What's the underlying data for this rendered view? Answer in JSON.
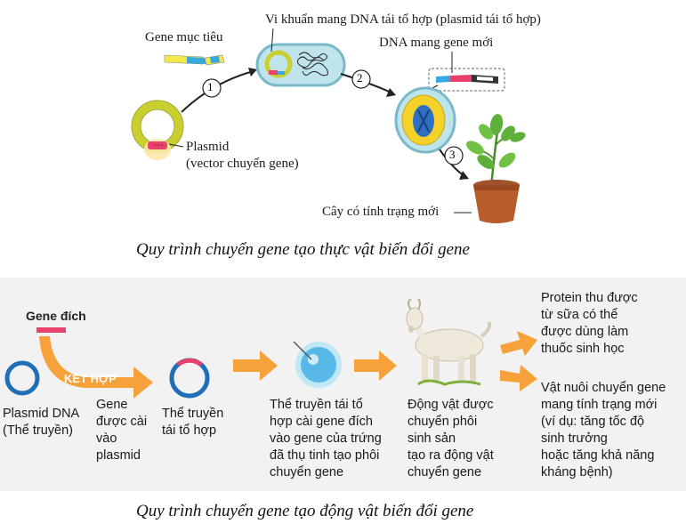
{
  "top": {
    "gene_label": "Gene mục tiêu",
    "bacteria_label": "Vi khuẩn mang DNA tái tổ hợp (plasmid tái tổ hợp)",
    "new_dna_label": "DNA mang gene mới",
    "plasmid_label": "Plasmid",
    "plasmid_sub": "(vector chuyển gene)",
    "plant_label": "Cây có tính trạng mới",
    "steps": [
      "1",
      "2",
      "3"
    ],
    "caption": "Quy trình chuyển gene tạo thực vật biến đổi gene"
  },
  "bottom": {
    "gene_target": "Gene đích",
    "combine": "KẾT HỢP",
    "plasmid_line1": "Plasmid DNA",
    "plasmid_line2": "(Thể truyền)",
    "insert_line1": "Gene",
    "insert_line2": "được cài",
    "insert_line3": "vào",
    "insert_line4": "plasmid",
    "recomb_line1": "Thể truyền",
    "recomb_line2": "tái tổ hợp",
    "egg_line1": "Thể truyền tái tổ",
    "egg_line2": "hợp cài gene đích",
    "egg_line3": "vào gene của trứng",
    "egg_line4": "đã thụ tinh tạo phôi",
    "egg_line5": "chuyển gene",
    "animal_line1": "Động vật được",
    "animal_line2": "chuyển phôi",
    "animal_line3": "sinh sản",
    "animal_line4": "tạo ra động vật",
    "animal_line5": "chuyển gene",
    "protein_line1": "Protein thu được",
    "protein_line2": "từ sữa có thể",
    "protein_line3": "được dùng làm",
    "protein_line4": "thuốc sinh học",
    "trait_line1": "Vật nuôi chuyển gene",
    "trait_line2": "mang tính trạng mới",
    "trait_line3": "(ví dụ: tăng tốc độ",
    "trait_line4": "sinh trưởng",
    "trait_line5": "hoặc tăng khả năng",
    "trait_line6": "kháng bệnh)",
    "caption": "Quy trình chuyển gene tạo động vật biến đổi gene"
  },
  "colors": {
    "plasmid_ring": "#c9cf2e",
    "gene_yellow": "#f6e84a",
    "gene_blue": "#36a9de",
    "gene_pink": "#e8416c",
    "cell_fill": "#bfe4ec",
    "nucleus_yellow": "#f5d22a",
    "arrow_orange": "#f7a13a",
    "ring_blue": "#1f6fb8"
  }
}
